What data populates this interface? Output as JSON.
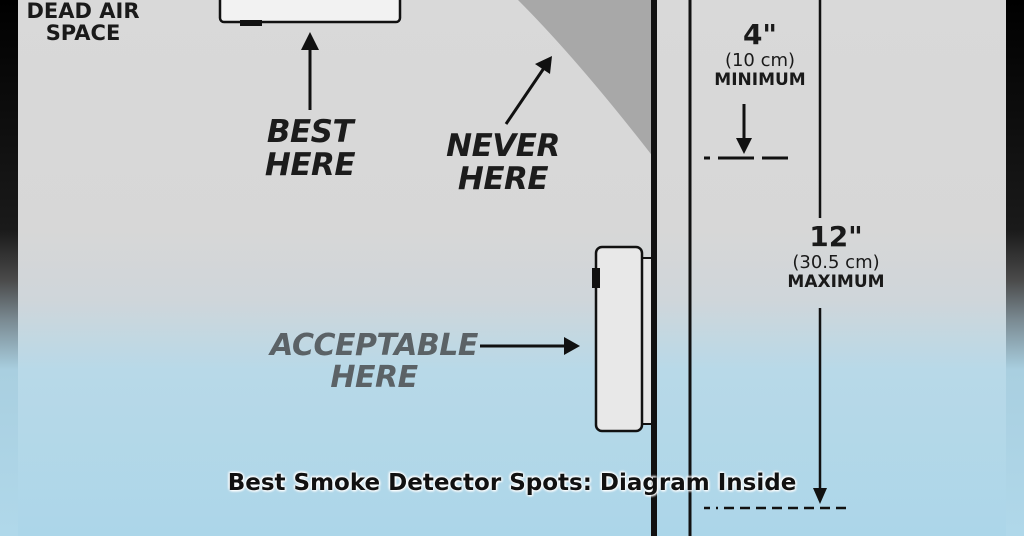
{
  "diagram": {
    "labels": {
      "best": [
        "BEST",
        "HERE"
      ],
      "never": [
        "NEVER",
        "HERE"
      ],
      "acceptable": [
        "ACCEPTABLE",
        "HERE"
      ],
      "dead_air": [
        "DEAD AIR",
        "SPACE"
      ]
    },
    "min_measure": {
      "value": "4\"",
      "metric": "(10 cm)",
      "caption": "MINIMUM"
    },
    "max_measure": {
      "value": "12\"",
      "metric": "(30.5 cm)",
      "caption": "MAXIMUM"
    }
  },
  "caption": "Best Smoke Detector Spots: Diagram Inside",
  "colors": {
    "ink": "#111111",
    "panel": "#d9d9d9",
    "dead_air": "#a8a8a8",
    "accent_blue": "#acd6e9"
  }
}
